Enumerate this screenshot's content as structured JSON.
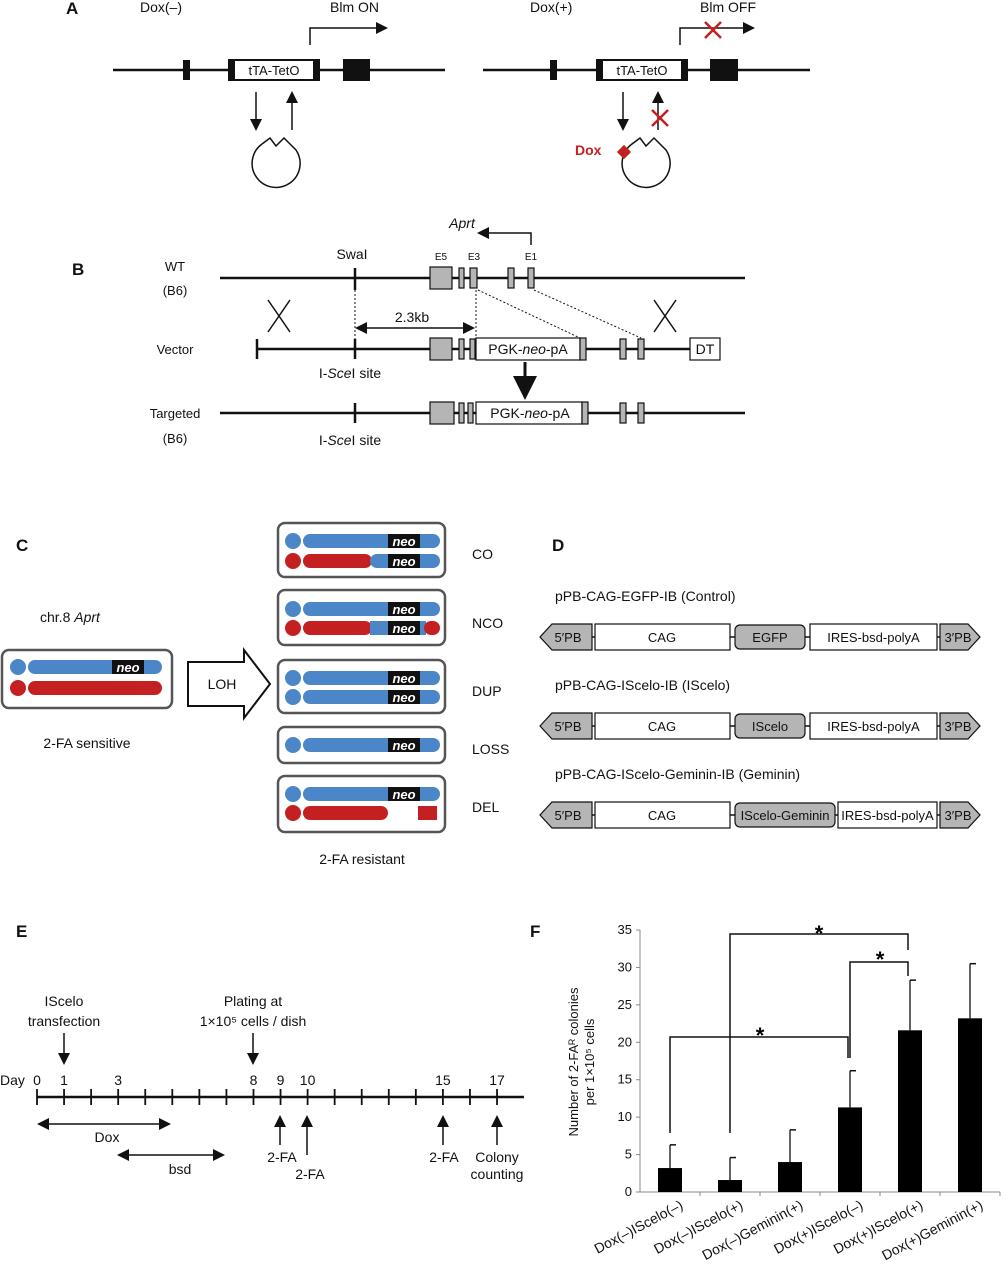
{
  "panels": {
    "a": "A",
    "b": "B",
    "c": "C",
    "d": "D",
    "e": "E",
    "f": "F"
  },
  "panel_a": {
    "left_title": "Dox(–)",
    "left_promoter": "Blm ON",
    "right_title": "Dox(+)",
    "right_promoter": "Blm OFF",
    "cassette": "tTA-TetO",
    "dox_label": "Dox",
    "colors": {
      "red": "#c42022"
    }
  },
  "panel_b": {
    "gene": "Aprt",
    "swai": "SwaI",
    "exons": {
      "e5": "E5",
      "e3": "E3",
      "e1": "E1"
    },
    "wt": "WT",
    "wt_strain": "(B6)",
    "vector": "Vector",
    "targeted": "Targeted",
    "targeted_strain": "(B6)",
    "distance": "2.3kb",
    "pgk_pre": "PGK-",
    "pgk_neo": "neo",
    "pgk_post": "-pA",
    "dt": "DT",
    "site_pre": "I-",
    "site_sce": "Sce",
    "site_post": "I site"
  },
  "panel_c": {
    "locus_pre": "chr.8 ",
    "locus_gene": "Aprt",
    "neo": "neo",
    "loh": "LOH",
    "sensitive": "2-FA sensitive",
    "resistant": "2-FA resistant",
    "outcomes": [
      "CO",
      "NCO",
      "DUP",
      "LOSS",
      "DEL"
    ],
    "colors": {
      "blue": "#4a86c8",
      "red": "#c42022"
    }
  },
  "panel_d": {
    "constructs": [
      {
        "title": "pPB-CAG-EGFP-IB (Control)",
        "insert": "EGFP"
      },
      {
        "title": "pPB-CAG-IScelo-IB (IScelo)",
        "insert": "IScelo"
      },
      {
        "title": "pPB-CAG-IScelo-Geminin-IB (Geminin)",
        "insert": "IScelo-Geminin"
      }
    ],
    "pb5": "5′PB",
    "cag": "CAG",
    "ires": "IRES-bsd-polyA",
    "pb3": "3′PB"
  },
  "panel_e": {
    "day_label": "Day",
    "ticks": [
      "0",
      "1",
      "3",
      "8",
      "9",
      "10",
      "15",
      "17"
    ],
    "transfection": [
      "IScelo",
      "transfection"
    ],
    "plating": [
      "Plating at",
      "1×10⁵ cells / dish"
    ],
    "dox": "Dox",
    "bsd": "bsd",
    "fa": "2-FA",
    "colony": [
      "Colony",
      "counting"
    ]
  },
  "chart_data": {
    "type": "bar",
    "ylabel_lines": [
      "Number of 2-FAᴿ colonies",
      "per 1×10⁵ cells"
    ],
    "ylim": [
      0,
      35
    ],
    "yticks": [
      0,
      5,
      10,
      15,
      20,
      25,
      30,
      35
    ],
    "categories": [
      "Dox(–)IScelo(–)",
      "Dox(–)IScelo(+)",
      "Dox(–)Geminin(+)",
      "Dox(+)IScelo(–)",
      "Dox(+)IScelo(+)",
      "Dox(+)Geminin(+)"
    ],
    "values": [
      3.2,
      1.6,
      4.0,
      11.3,
      21.6,
      23.2
    ],
    "error_upper": [
      6.3,
      4.6,
      8.3,
      16.2,
      28.3,
      30.5
    ],
    "significance": [
      {
        "pair": [
          "Dox(–)IScelo(–)",
          "Dox(+)IScelo(–)"
        ],
        "mark": "*"
      },
      {
        "pair": [
          "Dox(–)IScelo(+)",
          "Dox(+)IScelo(+)"
        ],
        "mark": "*"
      },
      {
        "pair": [
          "Dox(+)IScelo(–)",
          "Dox(+)IScelo(+)"
        ],
        "mark": "*"
      }
    ]
  }
}
